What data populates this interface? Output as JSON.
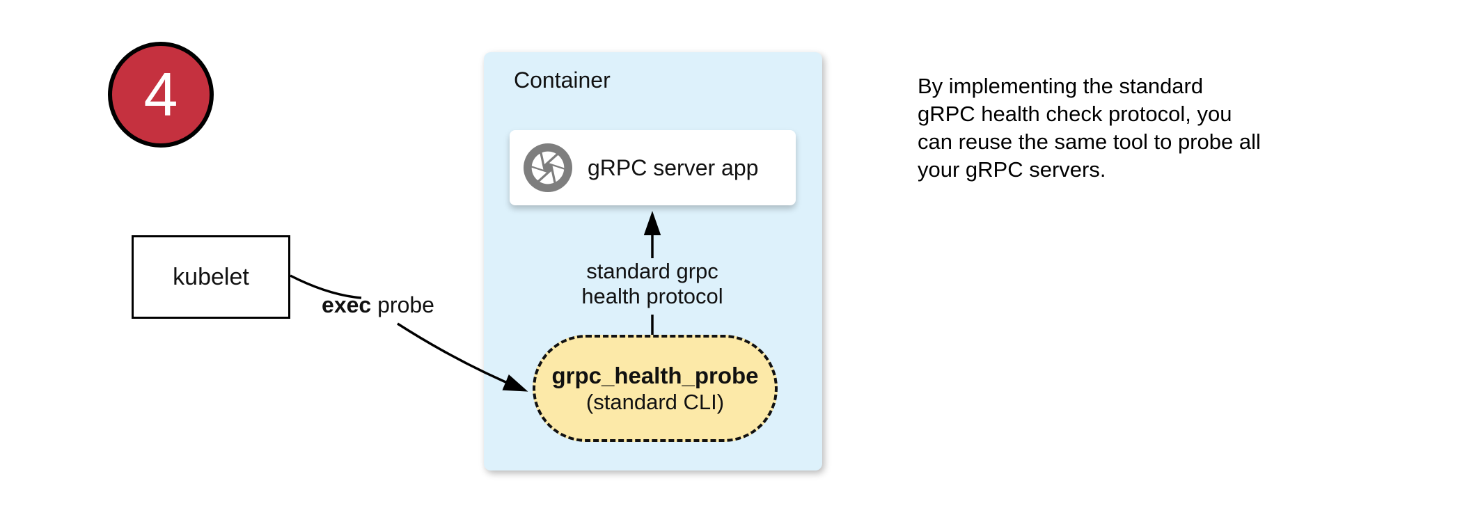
{
  "badge": {
    "number": "4"
  },
  "kubelet": {
    "label": "kubelet"
  },
  "exec_probe": {
    "bold": "exec",
    "rest": " probe"
  },
  "container": {
    "title": "Container"
  },
  "server_app": {
    "label": "gRPC server app",
    "icon": "grpc-aperture-icon"
  },
  "health_probe": {
    "title": "grpc_health_probe",
    "subtitle": "(standard CLI)"
  },
  "protocol_label": {
    "line1": "standard grpc",
    "line2": "health protocol"
  },
  "note": {
    "lines": [
      "By implementing the standard",
      "gRPC health check protocol, you",
      "can reuse the same tool to probe all",
      "your gRPC servers."
    ]
  },
  "colors": {
    "badge_fill": "#c5313f",
    "container_fill": "#ddf1fb",
    "pill_fill": "#fce9a8",
    "icon_gray": "#7e7e7e",
    "line_black": "#000000"
  }
}
